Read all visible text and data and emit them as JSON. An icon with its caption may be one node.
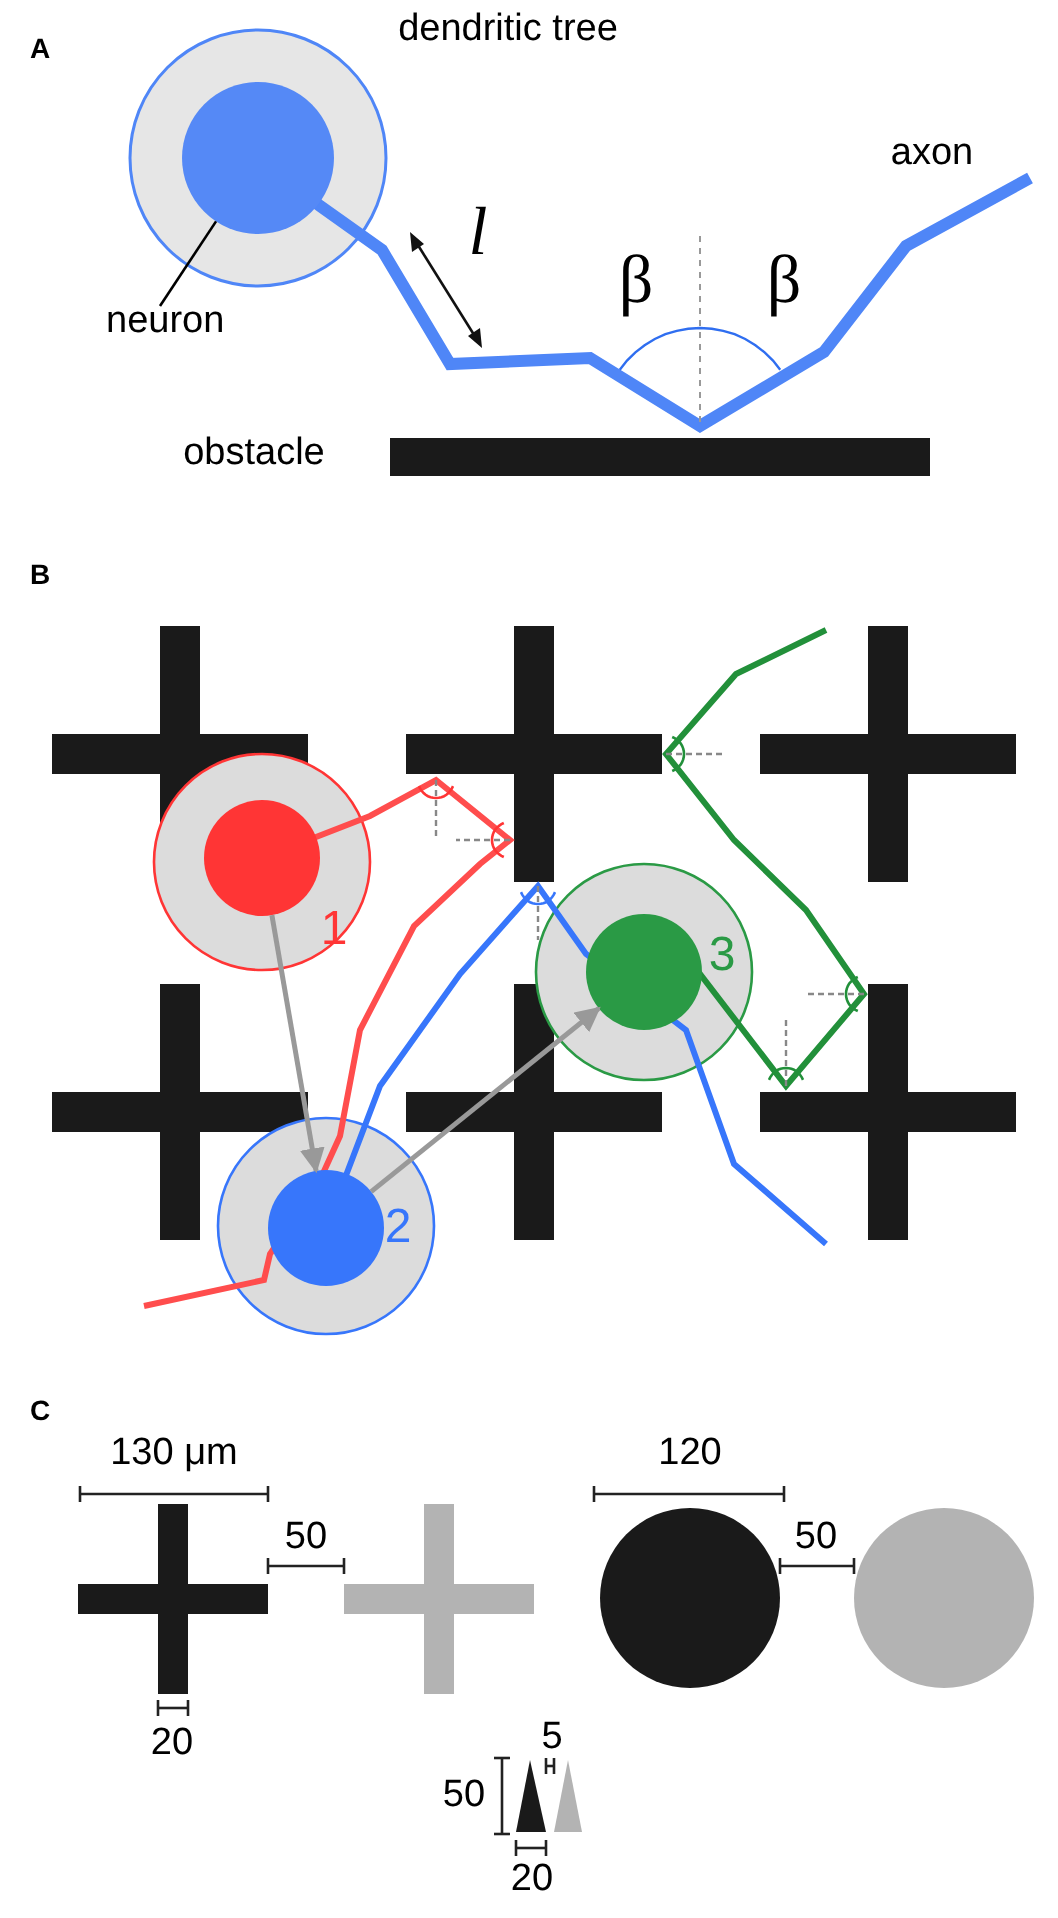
{
  "diagram": {
    "nodes": [
      {
        "text": [
          "neuron"
        ]
      },
      {
        "text": [],
        "shape": "circle"
      },
      {
        "text": [],
        "shape": "circle",
        "beside": [
          "1"
        ]
      },
      {
        "text": [],
        "shape": "circle",
        "beside": [
          "2"
        ]
      },
      {
        "text": [],
        "shape": "circle",
        "beside": [
          "3"
        ]
      }
    ],
    "edges": [
      {
        "from": 0,
        "to": 1,
        "arrow": "none",
        "color": "#000000"
      },
      {
        "from": 2,
        "to": 3,
        "arrow": "to"
      },
      {
        "from": 3,
        "to": 4,
        "arrow": "to"
      }
    ],
    "labels": [
      "A",
      "dendritic tree",
      "axon",
      "l",
      "β",
      "β",
      "obstacle",
      "B",
      "C",
      "130 μm",
      "120",
      "50",
      "50",
      "20",
      "5",
      "50",
      "20"
    ]
  }
}
